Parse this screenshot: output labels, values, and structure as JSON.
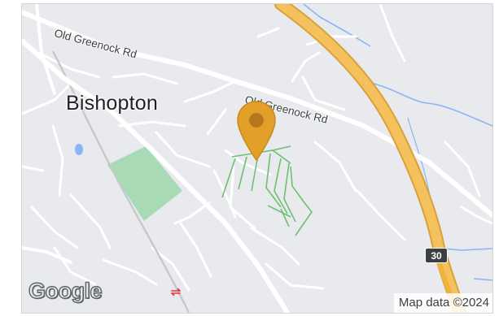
{
  "map": {
    "town_label": "Bishopton",
    "road_labels": [
      "Old Greenock Rd",
      "Old Greenock Rd"
    ],
    "route_shield": "30",
    "attribution": "Map data ©2024",
    "logo": "Google",
    "marker_icon": "location-pin-icon",
    "station_icon": "rail-station-icon"
  },
  "colors": {
    "land": "#e8eaed",
    "road": "#ffffff",
    "motorway": "#f5c15d",
    "park": "#a8dab5",
    "water": "#8ab4f8",
    "pin": "#e3a029",
    "paths": "#34a853"
  }
}
